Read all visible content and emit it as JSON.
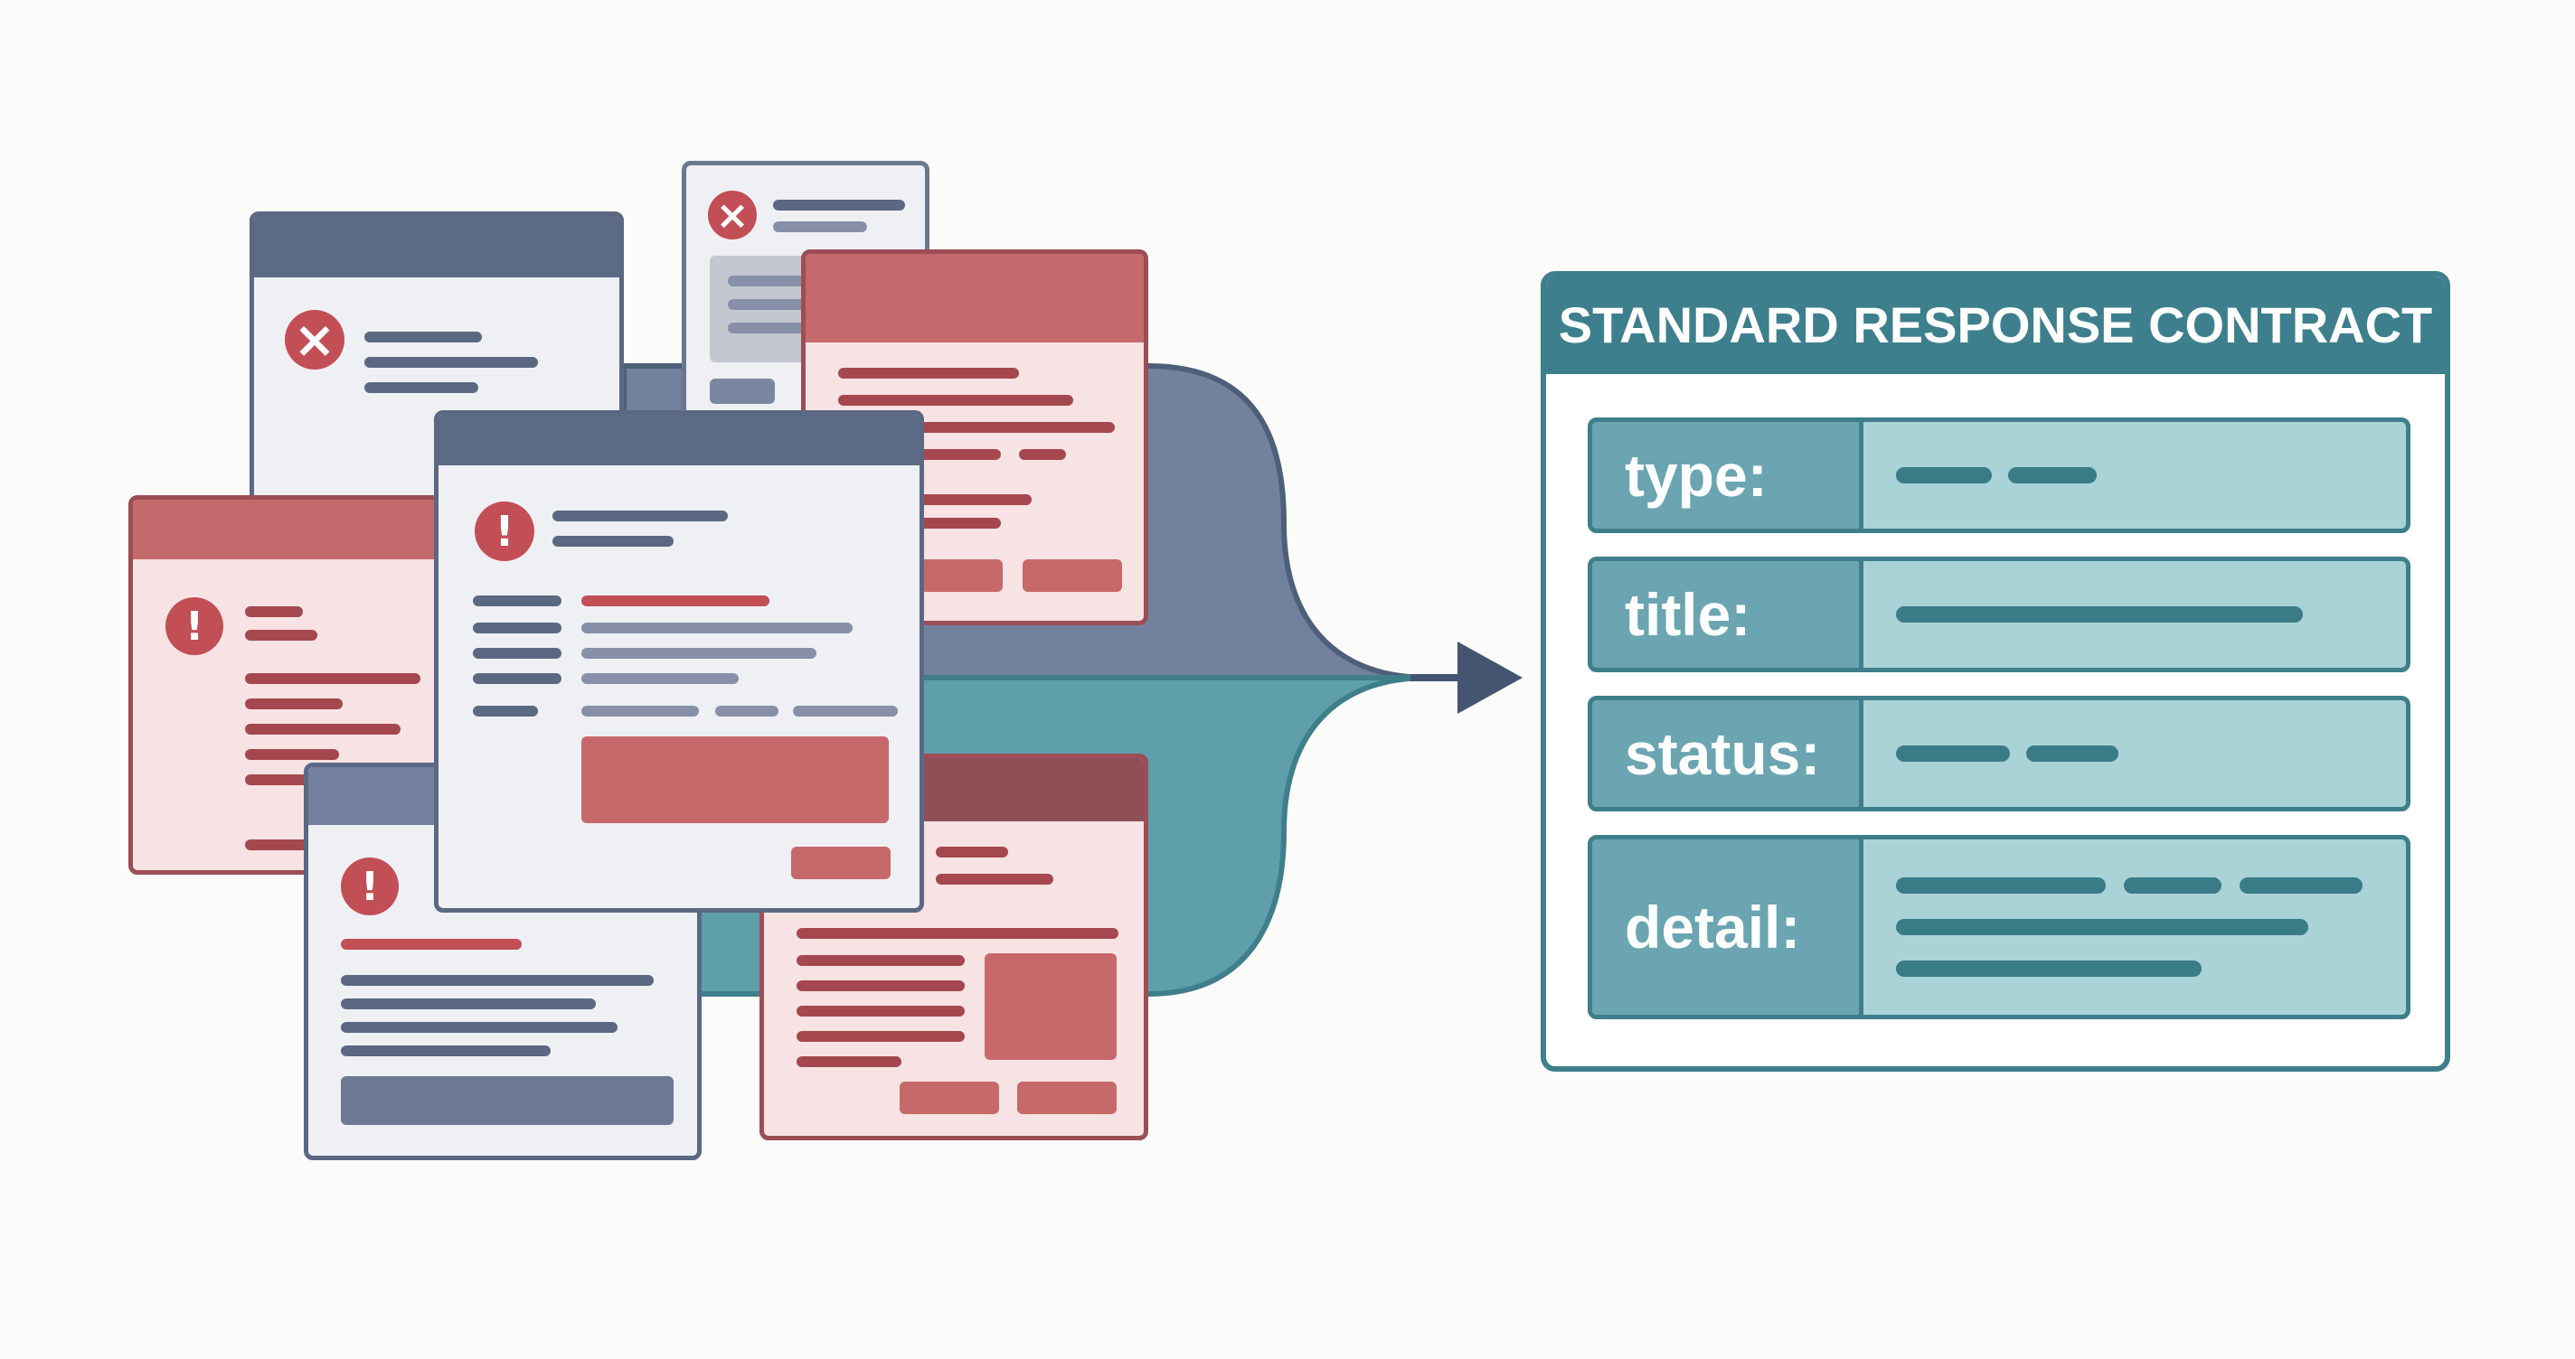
{
  "contract": {
    "title": "STANDARD RESPONSE CONTRACT",
    "fields": [
      {
        "key": "type:"
      },
      {
        "key": "title:"
      },
      {
        "key": "status:"
      },
      {
        "key": "detail:"
      }
    ]
  },
  "icons": {
    "error": "×",
    "warning": "!"
  },
  "colors": {
    "slate": "#5c6b85",
    "red": "#c56a6c",
    "teal": "#3d7f8c",
    "teal_light": "#a9d3d7"
  }
}
